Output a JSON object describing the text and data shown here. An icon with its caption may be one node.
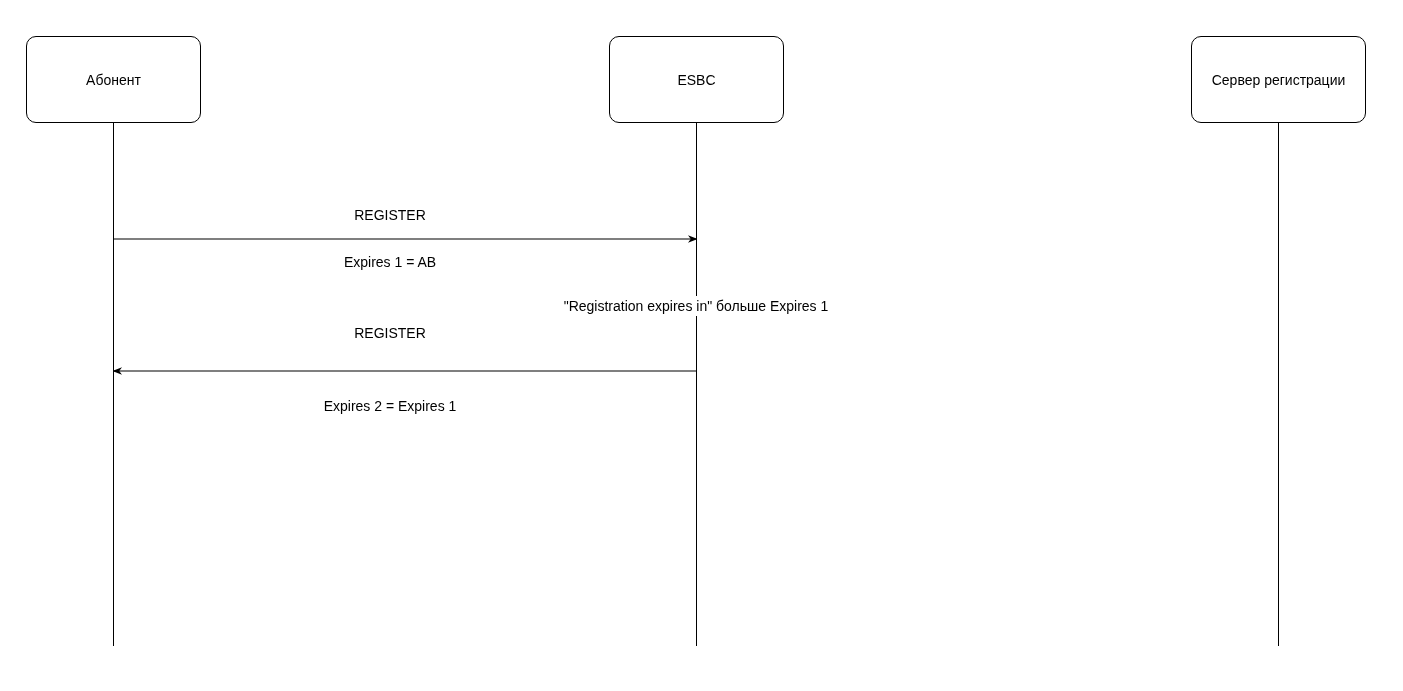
{
  "diagram": {
    "nodes": [
      {
        "text": [
          "Абонент"
        ]
      },
      {
        "text": [
          "ESBC"
        ]
      },
      {
        "text": [
          "Сервер регистрации"
        ]
      }
    ],
    "edges": [
      {
        "from": 0,
        "to": 1,
        "arrow": "to",
        "label": "REGISTER"
      },
      {
        "from": 1,
        "to": 0,
        "arrow": "to",
        "label": "REGISTER"
      }
    ],
    "labels": [
      "Expires 1 = AB",
      "\"Registration expires in\" больше Expires 1",
      "Expires 2 = Expires 1"
    ]
  }
}
